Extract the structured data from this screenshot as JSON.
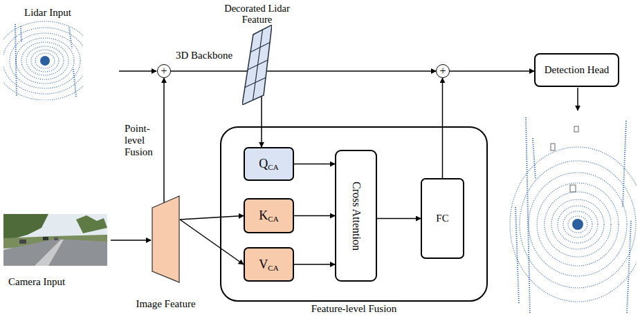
{
  "diagram": {
    "nodes": [
      {
        "text": [
          "Decorated Lidar Feature"
        ]
      },
      {
        "text": [
          "+"
        ]
      },
      {
        "text": [
          "+"
        ]
      },
      {
        "text": [
          "Detection Head"
        ]
      },
      {
        "text": [
          "Image Feature"
        ]
      },
      {
        "text": [
          "Feature-level Fusion"
        ]
      },
      {
        "text": [
          "Q",
          "CA"
        ],
        "in": 5
      },
      {
        "text": [
          "K",
          "CA"
        ],
        "in": 5
      },
      {
        "text": [
          "V",
          "CA"
        ],
        "in": 5
      },
      {
        "text": [
          "Cross Attention"
        ],
        "in": 5
      },
      {
        "text": [
          "FC"
        ],
        "in": 5
      }
    ],
    "edges": [
      {
        "from": 1,
        "to": 0,
        "arrow": "none"
      },
      {
        "from": 0,
        "to": 2,
        "arrow": "to"
      },
      {
        "from": 2,
        "to": 3,
        "arrow": "to"
      },
      {
        "from": 4,
        "to": 1,
        "arrow": "to"
      },
      {
        "from": 0,
        "to": 6,
        "arrow": "to"
      },
      {
        "from": 4,
        "to": 7,
        "arrow": "to"
      },
      {
        "from": 4,
        "to": 8,
        "arrow": "to"
      },
      {
        "from": 6,
        "to": 9,
        "arrow": "to"
      },
      {
        "from": 7,
        "to": 9,
        "arrow": "to"
      },
      {
        "from": 8,
        "to": 9,
        "arrow": "to"
      },
      {
        "from": 9,
        "to": 10,
        "arrow": "to"
      },
      {
        "from": 10,
        "to": 2,
        "arrow": "to"
      }
    ],
    "labels": [
      "Lidar Input",
      "Camera Input",
      "3D Backbone",
      "Point-level Fusion"
    ]
  }
}
